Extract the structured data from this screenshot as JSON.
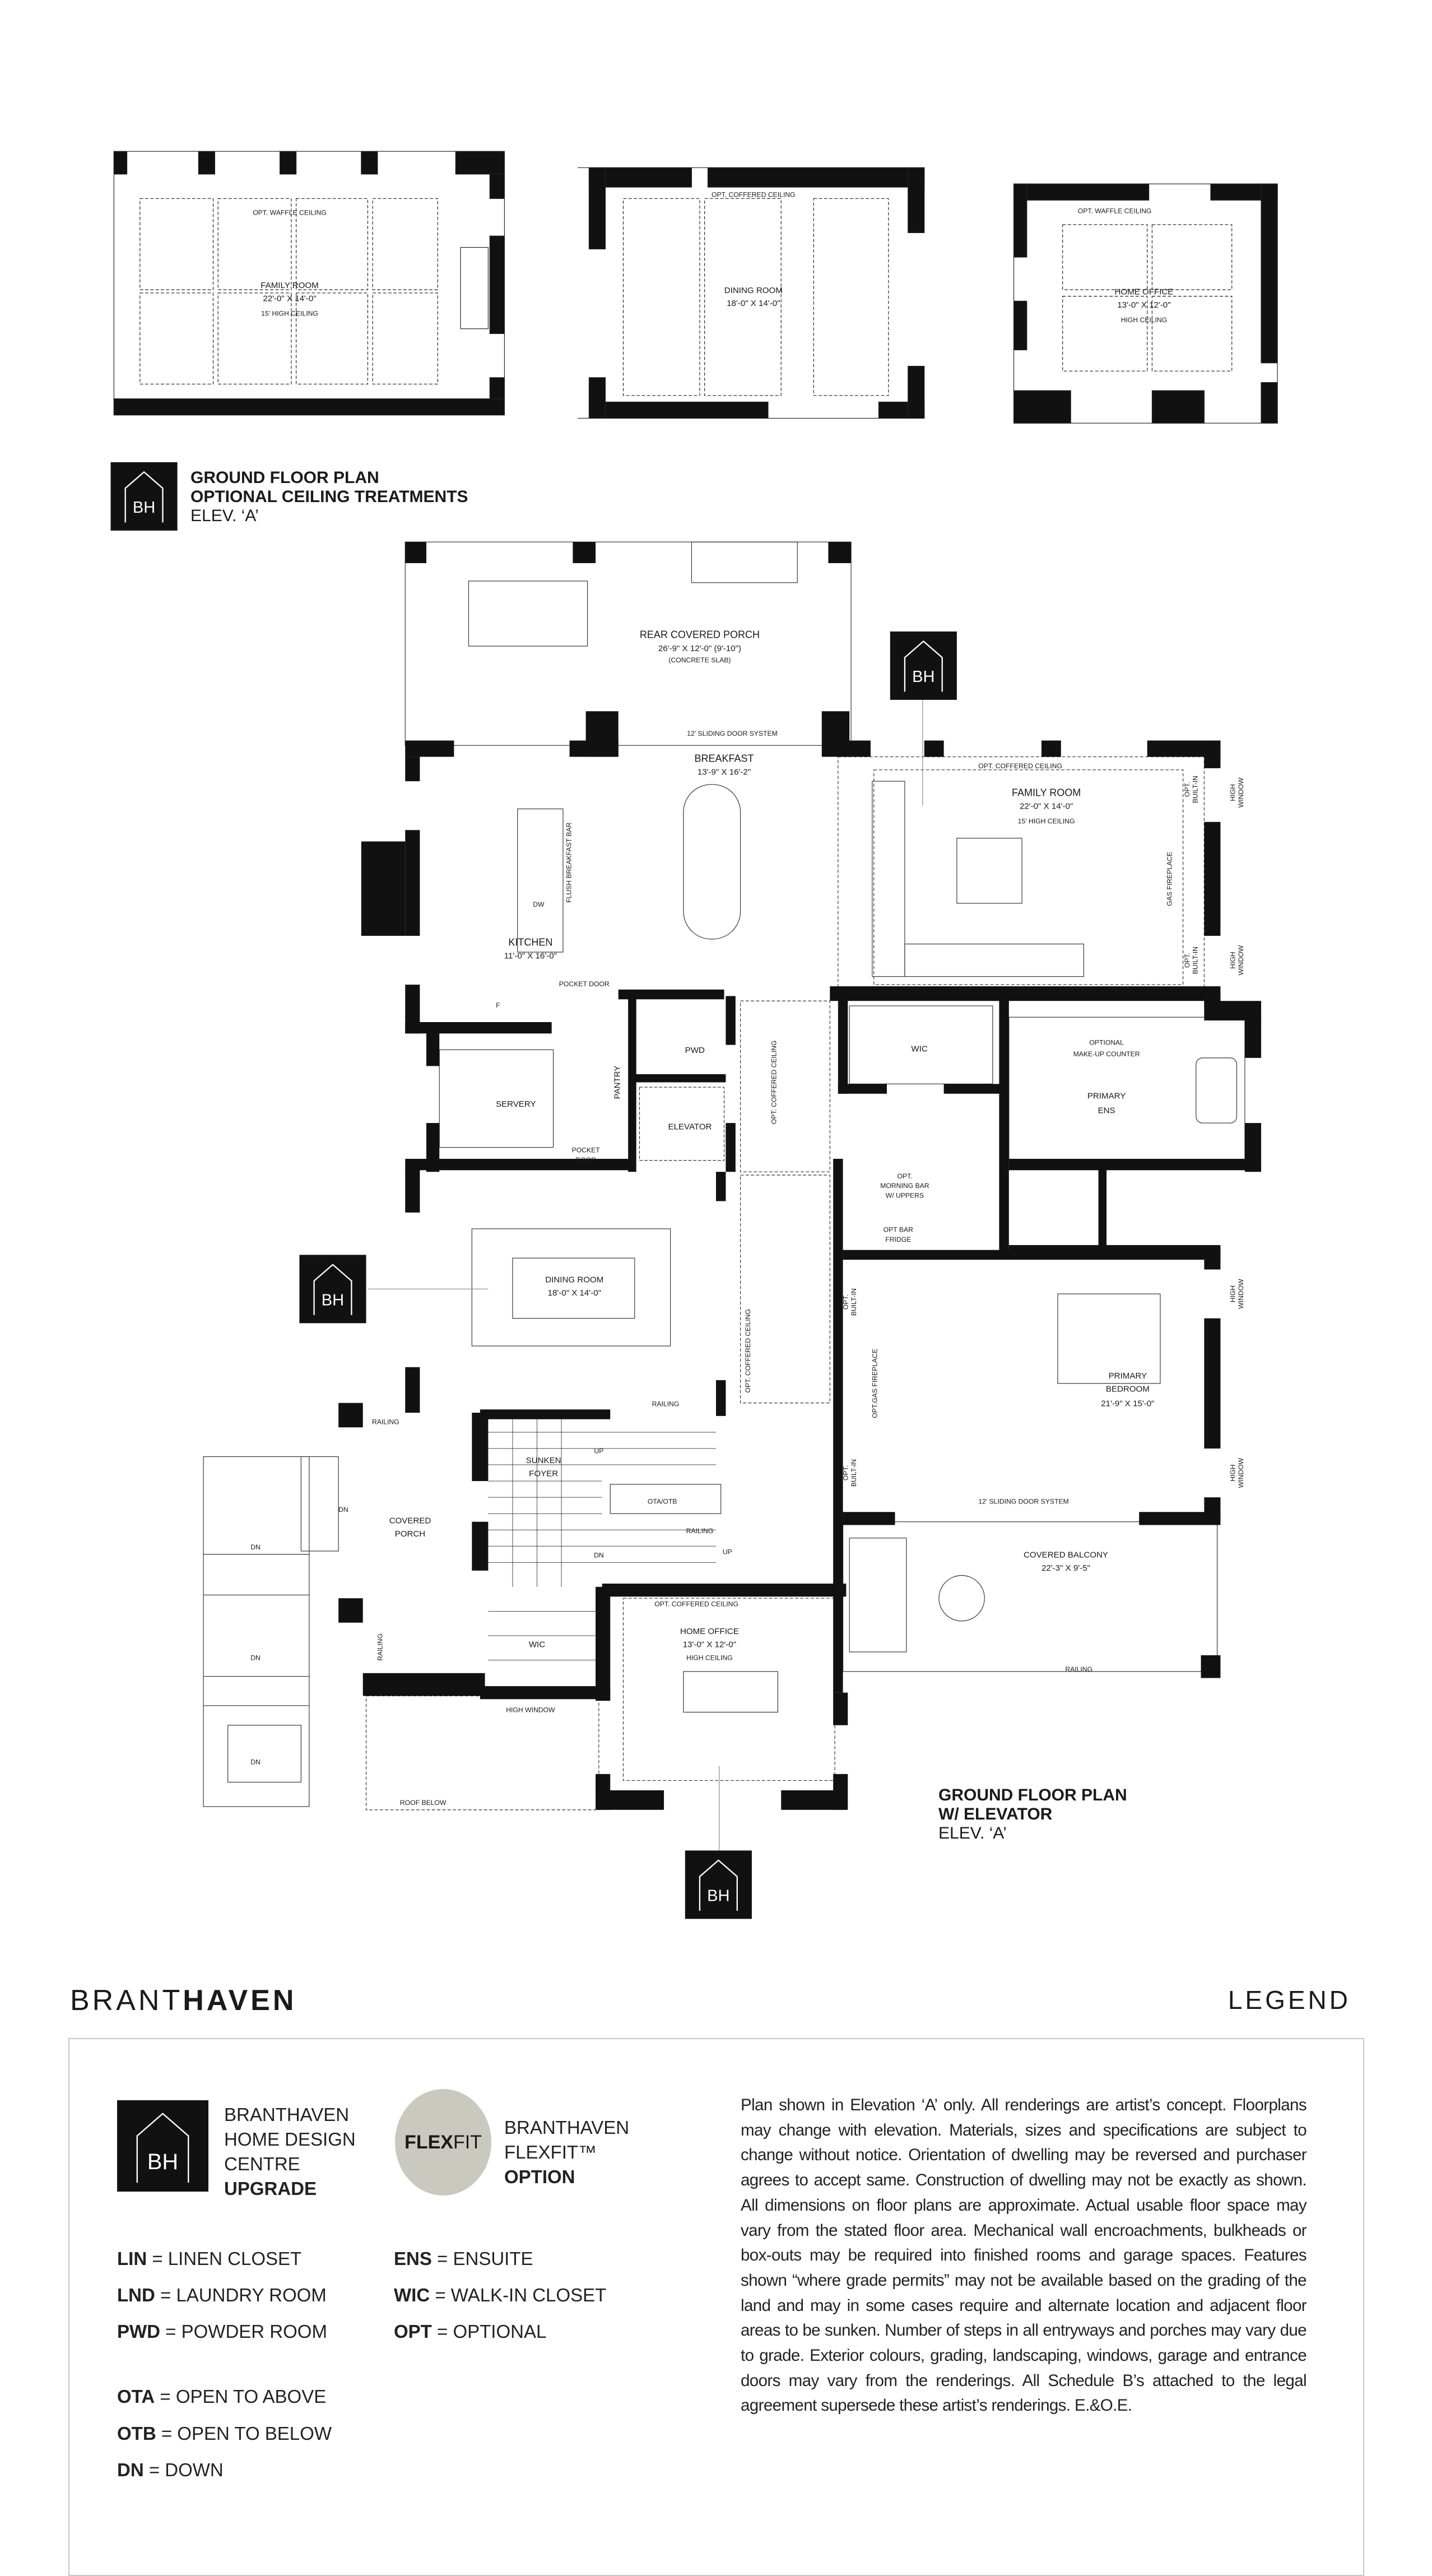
{
  "logo": "BH",
  "ceiling": {
    "title_line1": "GROUND FLOOR PLAN",
    "title_line2": "OPTIONAL CEILING TREATMENTS",
    "elev": "ELEV. ‘A’",
    "family_room": {
      "note": "OPT. WAFFLE CEILING",
      "name": "FAMILY ROOM",
      "dims": "22'-0\" X 14'-0\"",
      "ceiling": "15' HIGH CEILING"
    },
    "dining_room": {
      "note": "OPT. COFFERED CEILING",
      "name": "DINING ROOM",
      "dims": "18'-0\" X 14'-0\""
    },
    "home_office": {
      "note": "OPT. WAFFLE CEILING",
      "name": "HOME OFFICE",
      "dims": "13'-0\" X 12'-0\"",
      "ceiling": "HIGH CEILING"
    }
  },
  "plan": {
    "title_line1": "GROUND FLOOR PLAN",
    "title_line2": "W/ ELEVATOR",
    "elev": "ELEV. ‘A’",
    "rooms": {
      "rear_porch": {
        "name": "REAR COVERED PORCH",
        "dims": "26'-9\" X 12'-0\" (9'-10\")",
        "note": "(CONCRETE SLAB)"
      },
      "breakfast": {
        "name": "BREAKFAST",
        "dims": "13'-9\" X 16'-2\""
      },
      "family_room": {
        "name": "FAMILY ROOM",
        "dims": "22'-0\" X 14'-0\"",
        "ceiling": "15' HIGH CEILING"
      },
      "kitchen": {
        "name": "KITCHEN",
        "dims": "11'-0\" X 16'-0\""
      },
      "servery": {
        "name": "SERVERY"
      },
      "pantry": {
        "name": "PANTRY"
      },
      "pwd": {
        "name": "PWD"
      },
      "elevator": {
        "name": "ELEVATOR"
      },
      "wic_primary": {
        "name": "WIC"
      },
      "primary_ens": {
        "name1": "PRIMARY",
        "name2": "ENS"
      },
      "dining_room": {
        "name": "DINING ROOM",
        "dims": "18'-0\" X 14'-0\""
      },
      "primary_bedroom": {
        "name1": "PRIMARY",
        "name2": "BEDROOM",
        "dims": "21'-9\" X 15'-0\""
      },
      "sunken_foyer": {
        "name1": "SUNKEN",
        "name2": "FOYER"
      },
      "covered_porch": {
        "name1": "COVERED",
        "name2": "PORCH"
      },
      "covered_balcony": {
        "name": "COVERED BALCONY",
        "dims": "22'-3\" X 9'-5\""
      },
      "home_office": {
        "name": "HOME OFFICE",
        "dims": "13'-0\" X 12'-0\"",
        "ceiling": "HIGH CEILING"
      },
      "wic_foyer": {
        "name": "WIC"
      }
    },
    "notes": {
      "sliding_door": "12' SLIDING DOOR SYSTEM",
      "coffered": "OPT. COFFERED CEILING",
      "flush_bar": "FLUSH BREAKFAST BAR",
      "dw": "DW",
      "gas_fireplace": "GAS FIREPLACE",
      "opt_gas_fireplace": "OPT.GAS FIREPLACE",
      "opt": "OPT.",
      "built_in": "BUILT-IN",
      "high": "HIGH",
      "window": "WINDOW",
      "high_window": "HIGH WINDOW",
      "pocket": "POCKET",
      "door": "DOOR",
      "pocket_door": "POCKET DOOR",
      "optional": "OPTIONAL",
      "makeup_counter": "MAKE-UP COUNTER",
      "morning_bar": "MORNING BAR",
      "w_uppers": "W/ UPPERS",
      "opt_bar": "OPT BAR",
      "fridge": "FRIDGE",
      "railing": "RAILING",
      "up": "UP",
      "dn": "DN",
      "ota_otb": "OTA/OTB",
      "roof_below": "ROOF BELOW",
      "f": "F"
    }
  },
  "brand": {
    "light": "BRANT",
    "bold": "HAVEN"
  },
  "legend": {
    "title": "LEGEND",
    "upgrade": {
      "line1": "BRANTHAVEN",
      "line2": "HOME DESIGN",
      "line3": "CENTRE",
      "line4": "UPGRADE"
    },
    "flexfit_logo": {
      "bold": "FLEX",
      "light": "FIT"
    },
    "flexfit": {
      "line1": "BRANTHAVEN",
      "line2": "FLEXFIT™",
      "line3": "OPTION"
    },
    "abbreviations": [
      {
        "code": "LIN",
        "meaning": "= LINEN CLOSET"
      },
      {
        "code": "LND",
        "meaning": "= LAUNDRY ROOM"
      },
      {
        "code": "PWD",
        "meaning": "= POWDER ROOM"
      },
      {
        "code": "ENS",
        "meaning": "= ENSUITE"
      },
      {
        "code": "WIC",
        "meaning": "= WALK-IN CLOSET"
      },
      {
        "code": "OPT",
        "meaning": "= OPTIONAL"
      },
      {
        "code": "OTA",
        "meaning": "= OPEN TO ABOVE"
      },
      {
        "code": "OTB",
        "meaning": "= OPEN TO BELOW"
      },
      {
        "code": "DN",
        "meaning": "= DOWN"
      }
    ],
    "disclaimer": "Plan shown in Elevation ‘A’ only. All renderings are artist’s concept. Floorplans may change with elevation. Materials, sizes and specifications are subject to change without notice. Orientation of dwelling may be reversed and purchaser agrees to accept same. Construction of dwelling may not be exactly as shown. All dimensions on floor plans are approximate. Actual usable floor space may vary from the stated floor area. Mechanical wall encroachments, bulkheads or box-outs may be required into finished rooms and garage spaces. Features shown “where grade permits” may not be available based on the grading of the land and may in some cases require and alternate location and adjacent floor areas to be sunken. Number of steps in all entryways and porches may vary due to grade. Exterior colours, grading, landscaping, windows, garage and entrance doors may vary from the renderings. All Schedule B’s attached to the legal agreement supersede these artist’s renderings. E.&O.E."
  }
}
